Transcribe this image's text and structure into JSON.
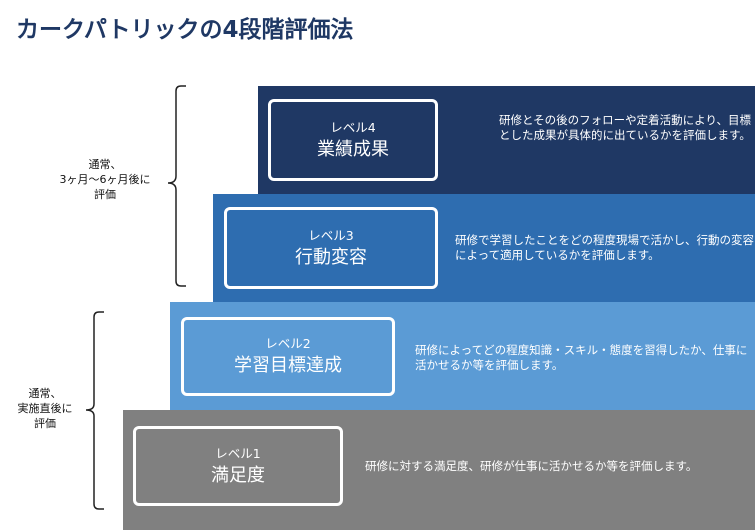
{
  "title": "カークパトリックの4段階評価法",
  "levels": [
    {
      "level": "レベル4",
      "name": "業績成果",
      "desc": "研修とその後のフォローや定着活動により、目標とした成果が具体的に出ているかを評価します。"
    },
    {
      "level": "レベル3",
      "name": "行動変容",
      "desc": "研修で学習したことをどの程度現場で活かし、行動の変容によって適用しているかを評価します。"
    },
    {
      "level": "レベル2",
      "name": "学習目標達成",
      "desc": "研修によってどの程度知識・スキル・態度を習得したか、仕事に活かせるか等を評価します。"
    },
    {
      "level": "レベル1",
      "name": "満足度",
      "desc": "研修に対する満足度、研修が仕事に活かせるか等を評価します。"
    }
  ],
  "brace_top": {
    "line1": "通常、",
    "line2": "3ヶ月〜6ヶ月後に",
    "line3": "評価"
  },
  "brace_bottom": {
    "line1": "通常、",
    "line2": "実施直後に",
    "line3": "評価"
  },
  "colors": {
    "level4": "#1f3864",
    "level3": "#2e6db0",
    "level2": "#5b9bd5",
    "level1": "#808080",
    "title": "#1f3864"
  }
}
